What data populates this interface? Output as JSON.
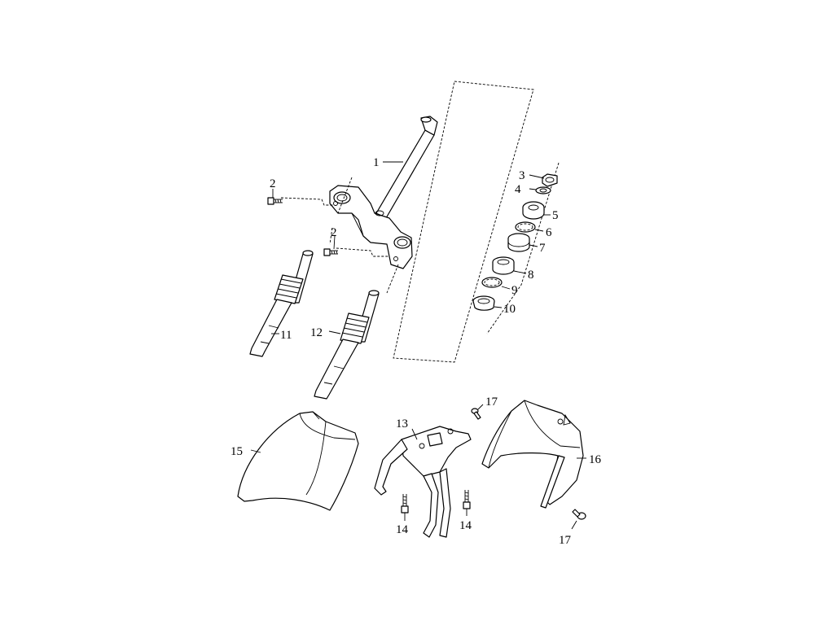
{
  "callouts": [
    {
      "id": "c1",
      "label": "1"
    },
    {
      "id": "c2a",
      "label": "2"
    },
    {
      "id": "c2b",
      "label": "2"
    },
    {
      "id": "c3",
      "label": "3"
    },
    {
      "id": "c4",
      "label": "4"
    },
    {
      "id": "c5",
      "label": "5"
    },
    {
      "id": "c6",
      "label": "6"
    },
    {
      "id": "c7",
      "label": "7"
    },
    {
      "id": "c8",
      "label": "8"
    },
    {
      "id": "c9",
      "label": "9"
    },
    {
      "id": "c10",
      "label": "10"
    },
    {
      "id": "c11",
      "label": "11"
    },
    {
      "id": "c12",
      "label": "12"
    },
    {
      "id": "c13",
      "label": "13"
    },
    {
      "id": "c14a",
      "label": "14"
    },
    {
      "id": "c14b",
      "label": "14"
    },
    {
      "id": "c15",
      "label": "15"
    },
    {
      "id": "c16",
      "label": "16"
    },
    {
      "id": "c17a",
      "label": "17"
    },
    {
      "id": "c17b",
      "label": "17"
    }
  ]
}
